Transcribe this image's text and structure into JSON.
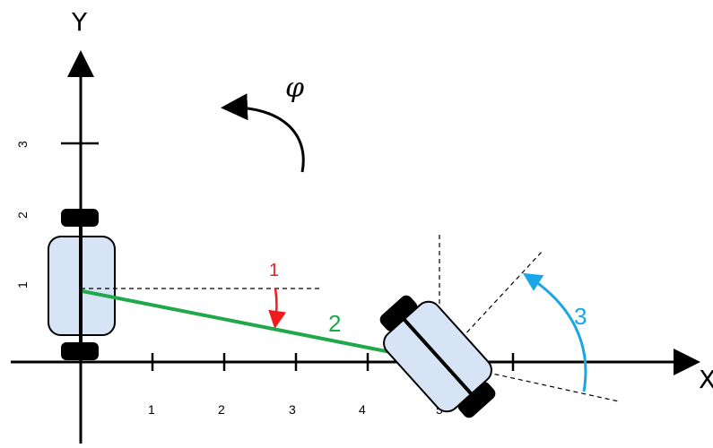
{
  "axes": {
    "x_title": "X",
    "y_title": "Y",
    "x_ticks": [
      "1",
      "2",
      "3",
      "4",
      "5"
    ],
    "y_ticks": [
      "1",
      "2",
      "3"
    ]
  },
  "rotation_symbol": "φ",
  "steps": [
    {
      "label": "1",
      "color": "#ee1c1c"
    },
    {
      "label": "2",
      "color": "#20a84a"
    },
    {
      "label": "3",
      "color": "#1aa6e6"
    }
  ],
  "colors": {
    "vehicle_body": "#d6e4f5",
    "wheel": "#000000",
    "axis": "#000000"
  }
}
